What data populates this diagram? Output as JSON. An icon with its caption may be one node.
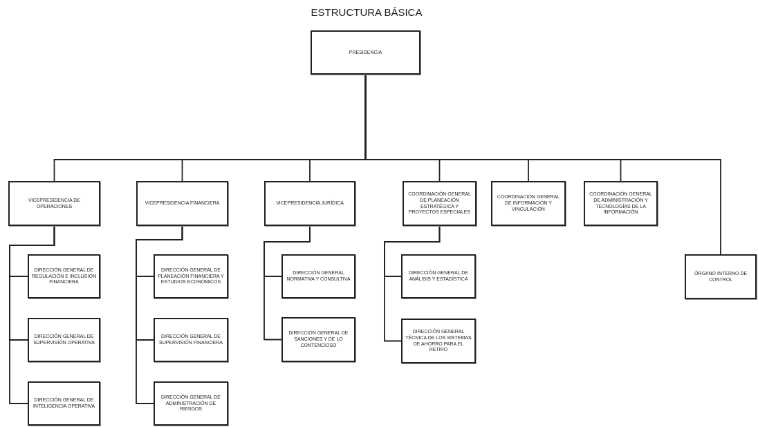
{
  "diagram": {
    "title": "ESTRUCTURA BÁSICA",
    "nodes": [
      {
        "text": [
          "PRESIDENCIA"
        ]
      },
      {
        "text": [
          "VICEPRESIDENCIA DE OPERACIONES"
        ]
      },
      {
        "text": [
          "DIRECCIÓN GENERAL DE REGULACIÓN E INCLUSIÓN FINANCIERA"
        ]
      },
      {
        "text": [
          "DIRECCIÓN GENERAL DE SUPERVISIÓN OPERATIVA"
        ]
      },
      {
        "text": [
          "DIRECCIÓN GENERAL DE INTELIGENCIA OPERATIVA"
        ]
      },
      {
        "text": [
          "VICEPRESIDENCIA FINANCIERA"
        ]
      },
      {
        "text": [
          "DIRECCIÓN GENERAL DE PLANEACIÓN FINANCIERA Y ESTUDIOS ECONÓMICOS"
        ]
      },
      {
        "text": [
          "DIRECCIÓN GENERAL DE SUPERVISIÓN FINANCIERA"
        ]
      },
      {
        "text": [
          "DIRECCIÓN GENERAL DE ADMINISTRACIÓN DE RIESGOS"
        ]
      },
      {
        "text": [
          "VICEPRESIDENCIA JURÍDICA"
        ]
      },
      {
        "text": [
          "DIRECCIÓN GENERAL NORMATIVA Y CONSULTIVA"
        ]
      },
      {
        "text": [
          "DIRECCIÓN GENERAL DE SANCIONES Y DE LO CONTENCIOSO"
        ]
      },
      {
        "text": [
          "COORDINACIÓN GENERAL DE PLANEACIÓN ESTRATÉGICA Y PROYECTOS ESPECIALES"
        ]
      },
      {
        "text": [
          "DIRECCIÓN GENERAL DE ANÁLISIS Y ESTADÍSTICA"
        ]
      },
      {
        "text": [
          "DIRECCIÓN GENERAL TÉCNICA DE LOS SISTEMAS DE AHORRO PARA EL RETIRO"
        ]
      },
      {
        "text": [
          "COORDINACIÓN GENERAL DE INFORMACIÓN Y VINCULACIÓN"
        ]
      },
      {
        "text": [
          "COORDINACIÓN GENERAL DE ADMINISTRACIÓN Y TECNOLOGÍAS DE LA INFORMACIÓN"
        ]
      },
      {
        "text": [
          "ÓRGANO INTERNO DE CONTROL"
        ]
      }
    ],
    "edges": [
      {
        "from": 0,
        "to": 1,
        "arrow": "none"
      },
      {
        "from": 0,
        "to": 5,
        "arrow": "none"
      },
      {
        "from": 0,
        "to": 9,
        "arrow": "none"
      },
      {
        "from": 0,
        "to": 12,
        "arrow": "none"
      },
      {
        "from": 0,
        "to": 15,
        "arrow": "none"
      },
      {
        "from": 0,
        "to": 16,
        "arrow": "none"
      },
      {
        "from": 0,
        "to": 17,
        "arrow": "none"
      },
      {
        "from": 1,
        "to": 2,
        "arrow": "none"
      },
      {
        "from": 1,
        "to": 3,
        "arrow": "none"
      },
      {
        "from": 1,
        "to": 4,
        "arrow": "none"
      },
      {
        "from": 5,
        "to": 6,
        "arrow": "none"
      },
      {
        "from": 5,
        "to": 7,
        "arrow": "none"
      },
      {
        "from": 5,
        "to": 8,
        "arrow": "none"
      },
      {
        "from": 9,
        "to": 10,
        "arrow": "none"
      },
      {
        "from": 9,
        "to": 11,
        "arrow": "none"
      },
      {
        "from": 12,
        "to": 13,
        "arrow": "none"
      },
      {
        "from": 12,
        "to": 14,
        "arrow": "none"
      }
    ]
  }
}
